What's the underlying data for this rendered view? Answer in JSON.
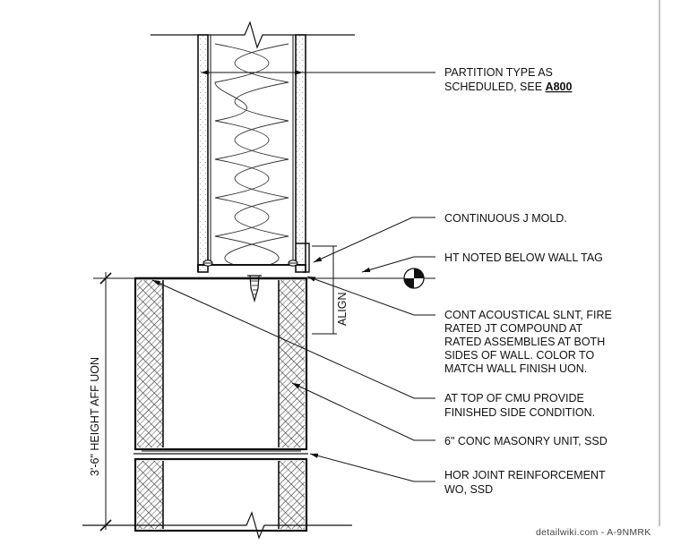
{
  "notes": {
    "partition_line1": "PARTITION TYPE AS",
    "partition_line2": "SCHEDULED, SEE",
    "partition_ref": "A800",
    "j_mold": "CONTINUOUS J MOLD.",
    "ht_noted": "HT NOTED BELOW WALL TAG",
    "sealant_line1": "CONT ACOUSTICAL SLNT, FIRE",
    "sealant_line2": "RATED JT COMPOUND AT",
    "sealant_line3": "RATED ASSEMBLIES AT BOTH",
    "sealant_line4": "SIDES OF WALL. COLOR TO",
    "sealant_line5": "MATCH WALL FINISH UON.",
    "cmu_top_line1": "AT TOP OF CMU PROVIDE",
    "cmu_top_line2": "FINISHED SIDE CONDITION.",
    "cmu": "6\" CONC MASONRY UNIT, SSD",
    "hor_joint_line1": "HOR JOINT REINFORCEMENT",
    "hor_joint_line2": "WO, SSD"
  },
  "dimensions": {
    "height": "3'-6\" HEIGHT AFF UON",
    "align": "ALIGN"
  },
  "footer": "detailwiki.com - A-9NMRK"
}
